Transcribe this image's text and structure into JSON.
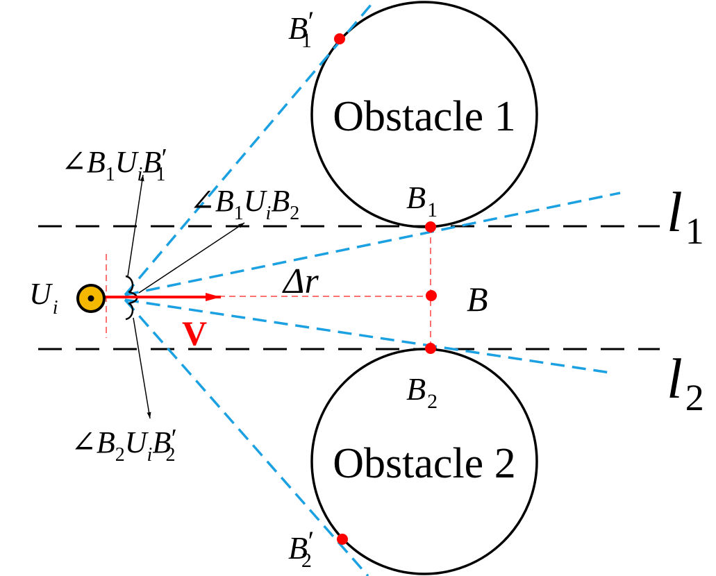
{
  "obstacles": {
    "obstacle1": "Obstacle 1",
    "obstacle2": "Obstacle 2"
  },
  "lines": {
    "l1": {
      "main": "l",
      "sub": "1"
    },
    "l2": {
      "main": "l",
      "sub": "2"
    }
  },
  "agent": {
    "main": "U",
    "sub": "i"
  },
  "velocity": "V",
  "delta_r": "Δr",
  "points": {
    "B": "B",
    "B1": {
      "main": "B",
      "sub": "1"
    },
    "B2": {
      "main": "B",
      "sub": "2"
    },
    "B1p": {
      "main": "B",
      "prime": "′",
      "sub": "1"
    },
    "B2p": {
      "main": "B",
      "prime": "′",
      "sub": "2"
    }
  },
  "angles": {
    "top": {
      "angle": "∠",
      "b": "B",
      "s1": "1",
      "u": "U",
      "si": "i",
      "b2": "B",
      "prime": "′",
      "s2": "1"
    },
    "mid": {
      "angle": "∠",
      "b": "B",
      "s1": "1",
      "u": "U",
      "si": "i",
      "b2": "B",
      "s2": "2"
    },
    "bot": {
      "angle": "∠",
      "b": "B",
      "s1": "2",
      "u": "U",
      "si": "i",
      "b2": "B",
      "prime": "′",
      "s2": "2"
    }
  },
  "colors": {
    "tangent": "#1ba1e2",
    "marker": "#ff0000",
    "guide": "#ff7070",
    "agent_fill": "#f5b800"
  }
}
